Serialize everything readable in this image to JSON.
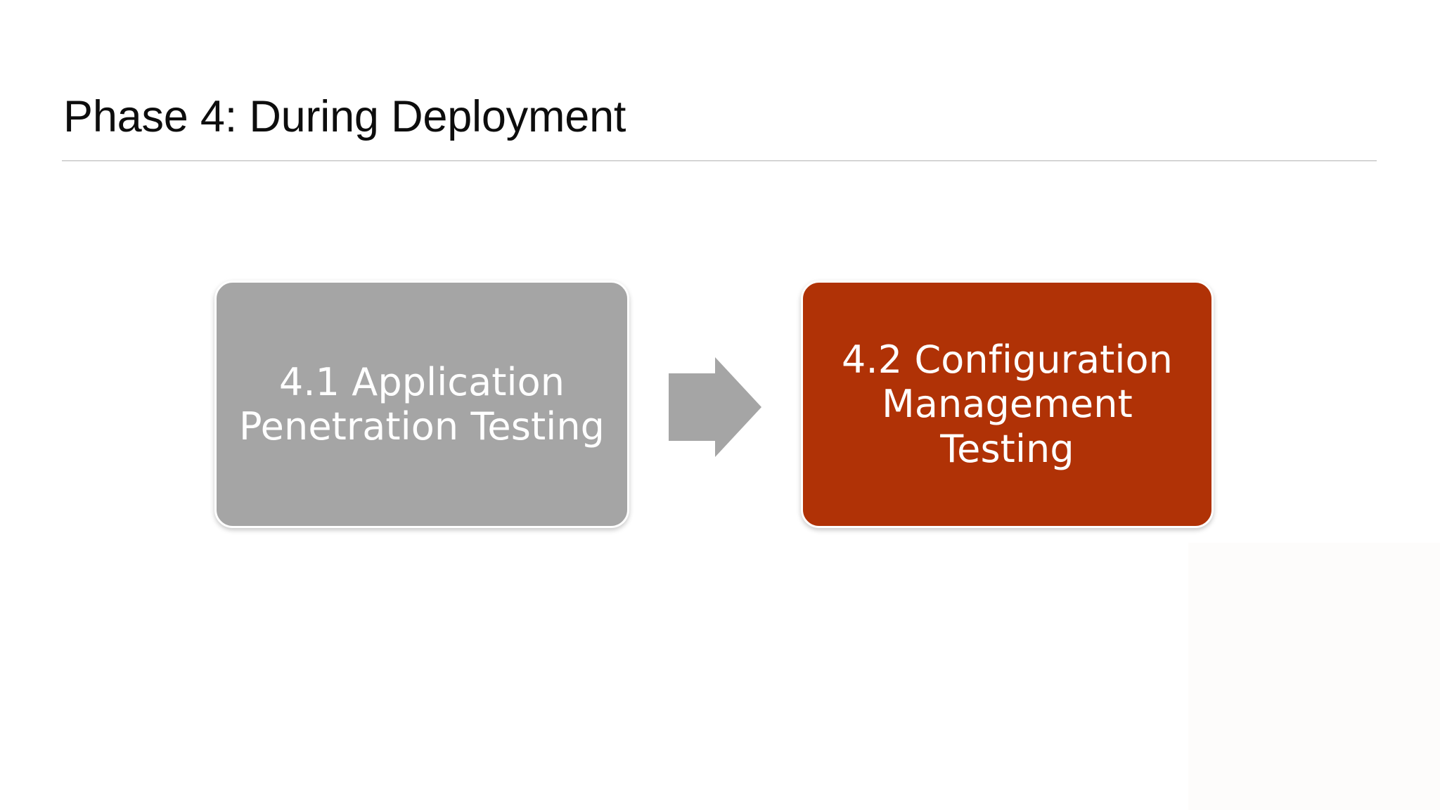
{
  "slide": {
    "title": "Phase 4: During Deployment",
    "background_color": "#FFFFFF",
    "title_color": "#0D0D0D",
    "divider_color": "#BFBFBF"
  },
  "diagram": {
    "type": "process-flow",
    "direction": "left-to-right",
    "steps": [
      {
        "id": "4.1",
        "label": "4.1 Application Penetration Testing",
        "lines": [
          "4.1 Application",
          "Penetration",
          "Testing"
        ],
        "fill_color": "#A5A5A5",
        "text_color": "#FFFFFF",
        "state": "inactive"
      },
      {
        "id": "4.2",
        "label": "4.2 Configuration Management Testing",
        "lines": [
          "4.2 Configuration",
          "Management",
          "Testing"
        ],
        "fill_color": "#B03206",
        "text_color": "#FFFFFF",
        "state": "active"
      }
    ],
    "connector": {
      "name": "right-arrow",
      "color": "#A5A5A5",
      "from": "4.1",
      "to": "4.2"
    }
  }
}
